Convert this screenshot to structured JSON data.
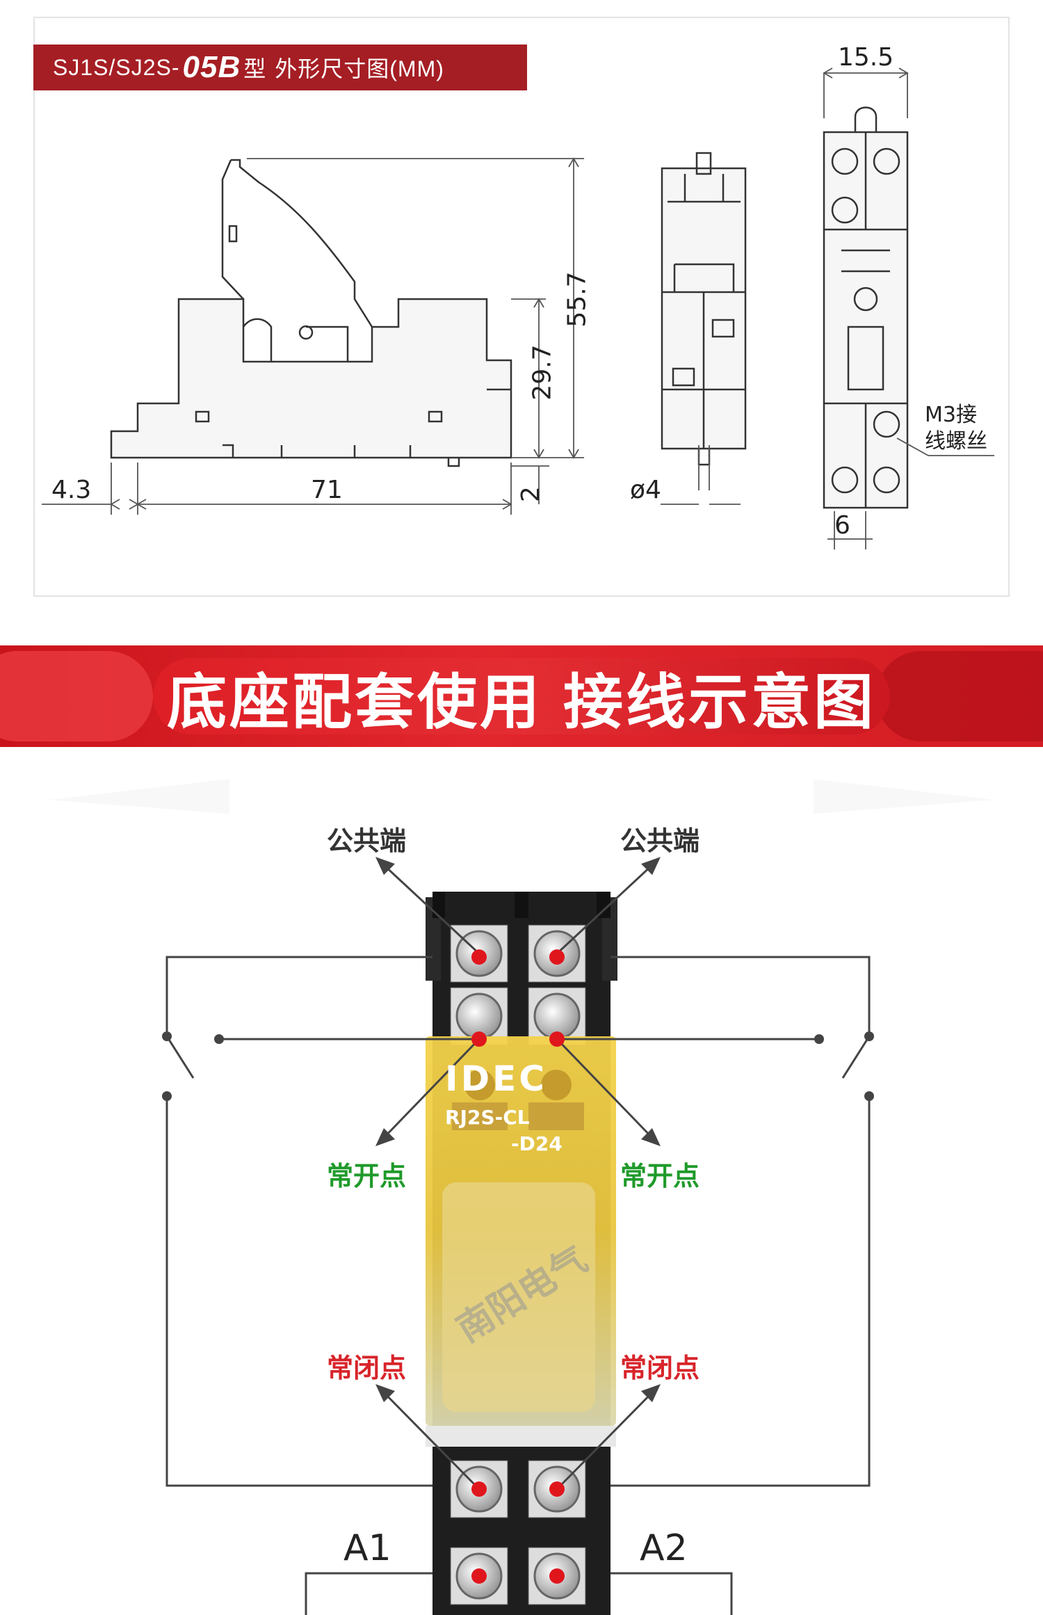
{
  "dimension_section": {
    "title": {
      "model_prefix": "SJ1S/SJ2S-",
      "model_code": "05B",
      "model_suffix": "型",
      "caption": "外形尺寸图(MM)"
    },
    "dimensions": {
      "width_top": "15.5",
      "height_total": "55.7",
      "height_body": "29.7",
      "pin_offset": "2",
      "left_offset": "4.3",
      "length": "71",
      "hole_diameter": "ø4",
      "terminal_pitch": "6"
    },
    "screw_note": {
      "line1": "M3接",
      "line2": "线螺丝"
    }
  },
  "banner": {
    "left_text": "底座配套使用",
    "right_text": "接线示意图"
  },
  "wiring_section": {
    "labels": {
      "common_left": "公共端",
      "common_right": "公共端",
      "no_left": "常开点",
      "no_right": "常开点",
      "nc_left": "常闭点",
      "nc_right": "常闭点",
      "coil_a1": "A1",
      "coil_a2": "A2"
    },
    "relay": {
      "brand": "IDEC",
      "model_line1": "RJ2S-CL",
      "model_line2": "-D24"
    },
    "watermark": "南阳电气"
  },
  "colors": {
    "accent_red": "#a51e24",
    "banner_red": "#d7191f",
    "no_green": "#1f9a2a",
    "nc_red": "#d8242a",
    "terminal_dot": "#e0161d"
  }
}
